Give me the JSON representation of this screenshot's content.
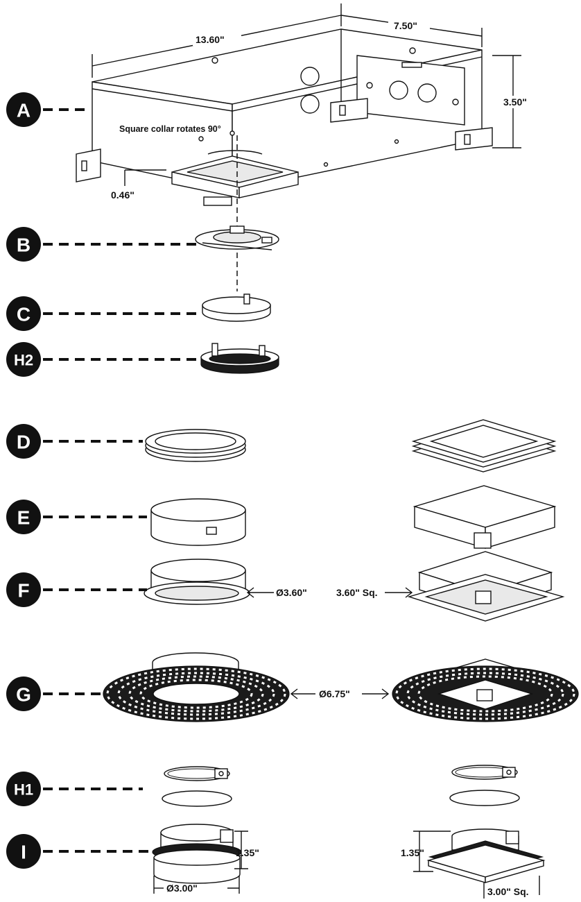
{
  "labels": {
    "A": "A",
    "B": "B",
    "C": "C",
    "H2": "H2",
    "D": "D",
    "E": "E",
    "F": "F",
    "G": "G",
    "H1": "H1",
    "I": "I"
  },
  "dimensions": {
    "width": "13.60\"",
    "depth": "7.50\"",
    "height": "3.50\"",
    "collar_offset": "0.46\"",
    "round_diameter": "Ø3.60\"",
    "square_size": "3.60\" Sq.",
    "plate_diameter": "Ø6.75\"",
    "lens_height_left": "1.35\"",
    "lens_height_right": "1.35\"",
    "lens_diameter": "Ø3.00\"",
    "lens_square": "3.00\" Sq."
  },
  "notes": {
    "collar": "Square collar rotates 90°"
  },
  "colors": {
    "ink": "#111111",
    "badge": "#111111",
    "paper": "#ffffff"
  }
}
